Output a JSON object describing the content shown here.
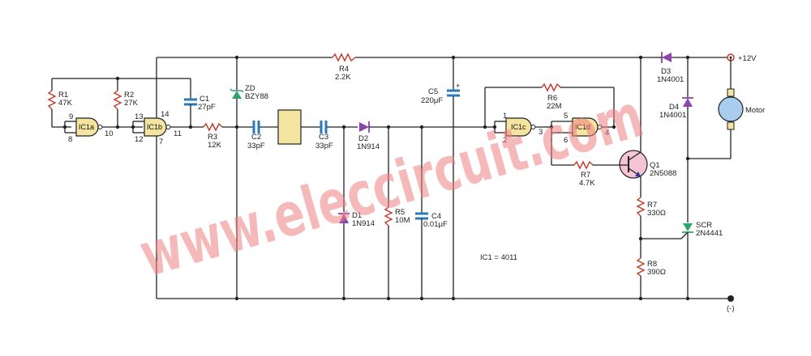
{
  "supply": {
    "plus": "+12V",
    "minus": "(-)"
  },
  "watermark": "www.eleccircuit.com",
  "note": "IC1 = 4011",
  "resistors": {
    "r1": {
      "name": "R1",
      "value": "47K"
    },
    "r2": {
      "name": "R2",
      "value": "27K"
    },
    "r3": {
      "name": "R3",
      "value": "12K"
    },
    "r4": {
      "name": "R4",
      "value": "2.2K"
    },
    "r5": {
      "name": "R5",
      "value": "10M"
    },
    "r6": {
      "name": "R6",
      "value": "22M"
    },
    "r7a": {
      "name": "R7",
      "value": "4.7K"
    },
    "r7b": {
      "name": "R7",
      "value": "330Ω"
    },
    "r8": {
      "name": "R8",
      "value": "390Ω"
    }
  },
  "capacitors": {
    "c1": {
      "name": "C1",
      "value": "27pF"
    },
    "c2": {
      "name": "C2",
      "value": "33pF"
    },
    "c3": {
      "name": "C3",
      "value": "33pF"
    },
    "c4": {
      "name": "C4",
      "value": "0.01μF"
    },
    "c5": {
      "name": "C5",
      "value": "220μF"
    }
  },
  "diodes": {
    "zd": {
      "name": "ZD",
      "value": "BZY88"
    },
    "d1": {
      "name": "D1",
      "value": "1N914"
    },
    "d2": {
      "name": "D2",
      "value": "1N914"
    },
    "d3": {
      "name": "D3",
      "value": "1N4001"
    },
    "d4": {
      "name": "D4",
      "value": "1N4001"
    },
    "scr": {
      "name": "SCR",
      "value": "2N4441"
    }
  },
  "transistor": {
    "name": "Q1",
    "value": "2N5088"
  },
  "motor": {
    "label": "Motor"
  },
  "gates": {
    "a": "IC1a",
    "b": "IC1b",
    "c": "IC1c",
    "d": "IC1d"
  },
  "pins": {
    "p9": "9",
    "p8": "8",
    "p10": "10",
    "p13": "13",
    "p12": "12",
    "p14": "14",
    "p7": "7",
    "p11": "11",
    "p1": "1",
    "p2": "2",
    "p3": "3",
    "p5": "5",
    "p6": "6",
    "p4": "4"
  },
  "colors": {
    "resistor": "#c0392b",
    "capacitor": "#2a7ab8",
    "diode": "#8e44ad",
    "gate": "#f3e4a0",
    "watermark": "#f08080"
  }
}
